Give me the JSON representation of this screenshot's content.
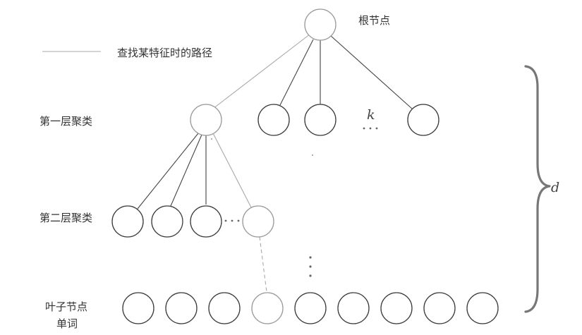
{
  "legend": {
    "path_label": "查找某特征时的路径"
  },
  "labels": {
    "root": "根节点",
    "level1": "第一层聚类",
    "level2": "第二层聚类",
    "leaf_line1": "叶子节点",
    "leaf_line2": "单词",
    "branching": "k",
    "depth": "d"
  },
  "colors": {
    "node_stroke": "#3a3a3a",
    "path_stroke": "#9a9a9a",
    "text": "#333333"
  }
}
